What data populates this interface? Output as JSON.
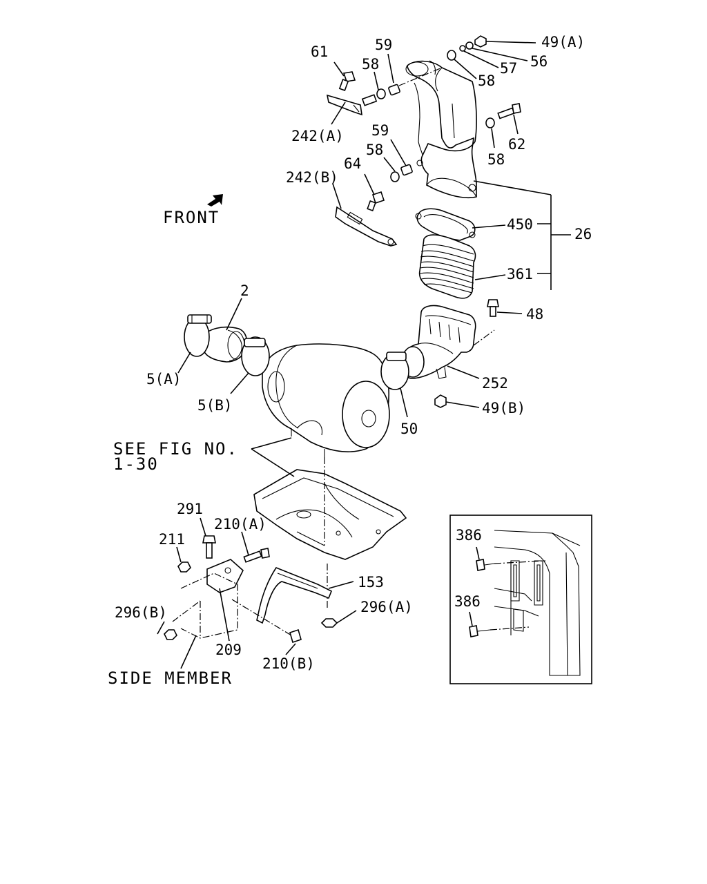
{
  "labels": {
    "front": "FRONT",
    "see_fig": "SEE FIG NO.",
    "see_fig_num": "1-30",
    "side_member": "SIDE MEMBER",
    "p61": "61",
    "p59a": "59",
    "p58a": "58",
    "p49a": "49(A)",
    "p56": "56",
    "p57": "57",
    "p58b": "58",
    "p242a": "242(A)",
    "p59b": "59",
    "p58c": "58",
    "p62": "62",
    "p58d": "58",
    "p242b": "242(B)",
    "p64": "64",
    "p450": "450",
    "p26": "26",
    "p361": "361",
    "p2": "2",
    "p48": "48",
    "p5a": "5(A)",
    "p5b": "5(B)",
    "p252": "252",
    "p49b": "49(B)",
    "p50": "50",
    "p291": "291",
    "p210a": "210(A)",
    "p211": "211",
    "p153": "153",
    "p296b": "296(B)",
    "p296a": "296(A)",
    "p209": "209",
    "p210b": "210(B)",
    "p386a": "386",
    "p386b": "386"
  }
}
